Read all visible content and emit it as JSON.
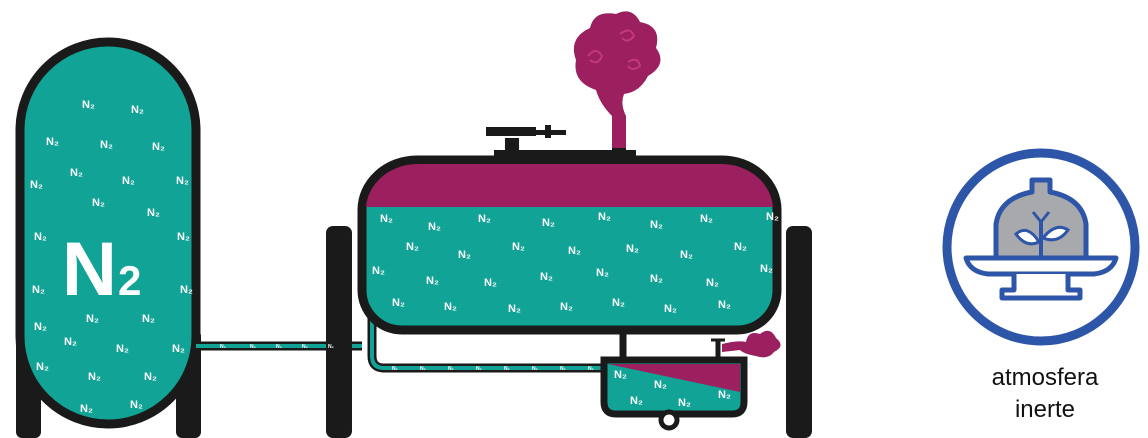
{
  "colors": {
    "teal": "#11A396",
    "teal_light": "#6FD3C9",
    "magenta": "#9C1F5F",
    "dark": "#1A1A1A",
    "icon_blue": "#2E56A8",
    "icon_grey": "#A7A9AC"
  },
  "labels": {
    "molecule": "N₂",
    "big_tank": "N2",
    "caption_line1": "atmosfera",
    "caption_line2": "inerte"
  },
  "icons": [
    "nitrogen-tank-icon",
    "inert-atmosphere-icon",
    "leaf-sprout-icon"
  ]
}
